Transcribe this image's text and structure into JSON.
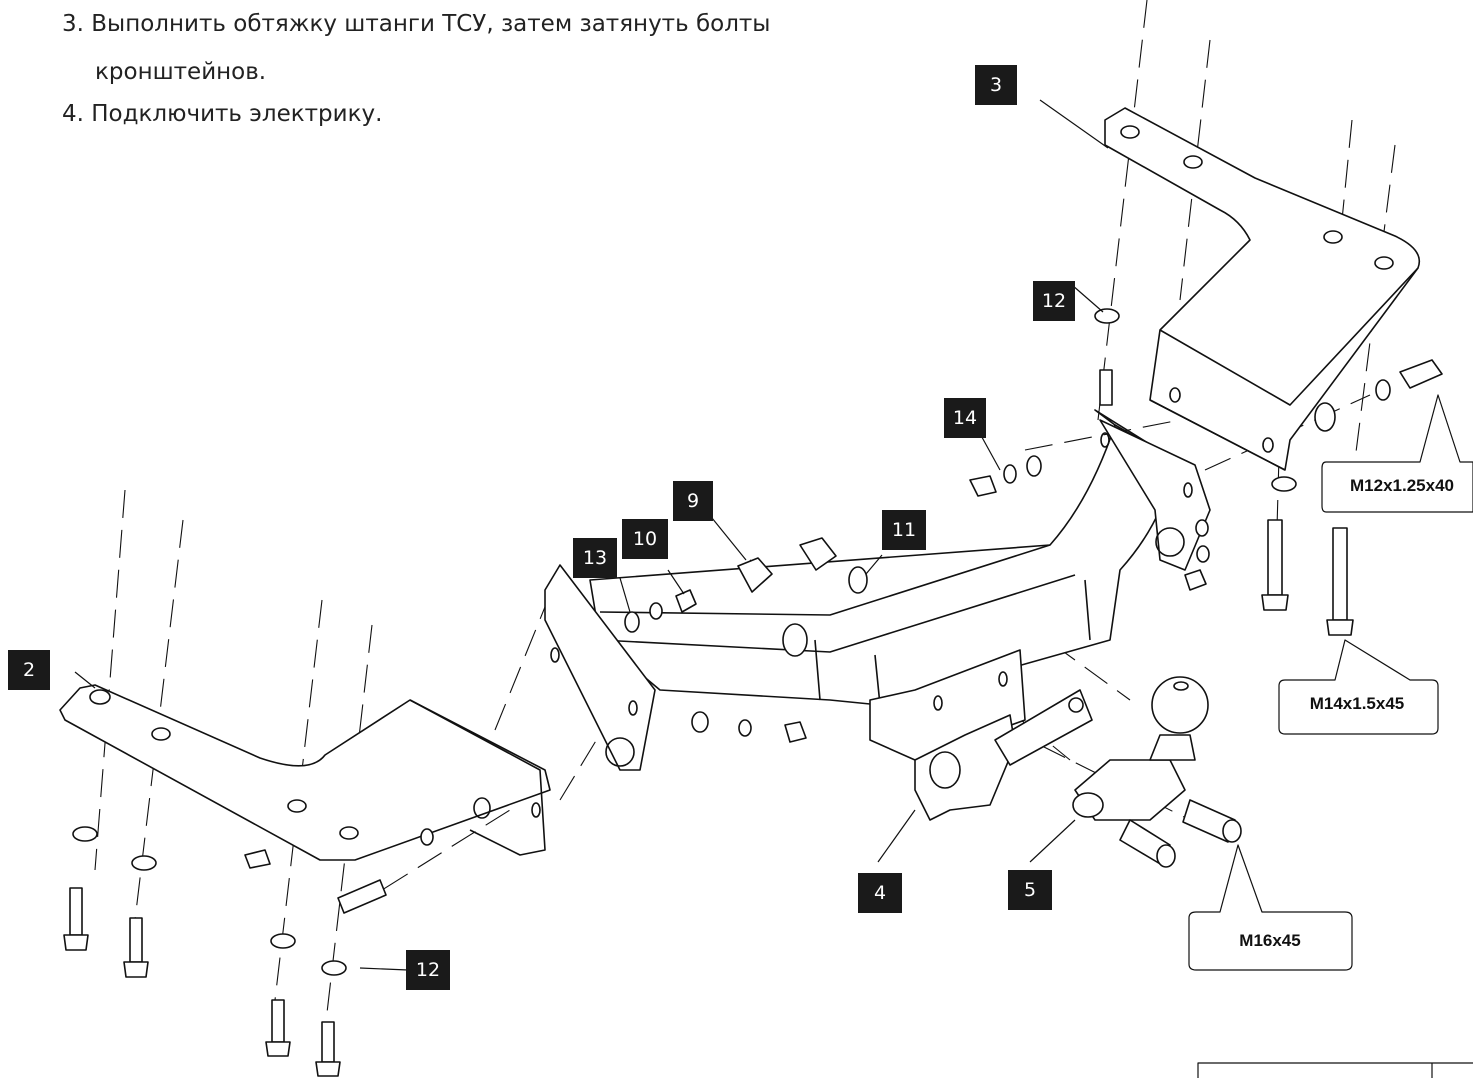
{
  "instructions": [
    "3. Выполнить обтяжку штанги ТСУ, затем затянуть болты",
    "кронштейнов.",
    "4. Подключить электрику."
  ],
  "callouts": {
    "c2": "2",
    "c3": "3",
    "c4": "4",
    "c5": "5",
    "c9": "9",
    "c10": "10",
    "c11": "11",
    "c12a": "12",
    "c12b": "12",
    "c13": "13",
    "c14": "14"
  },
  "specs": {
    "m12": "M12x1.25x40",
    "m14": "M14x1.5x45",
    "m16": "M16x45"
  },
  "colors": {
    "line": "#111111",
    "callout_bg": "#1a1a1a",
    "callout_text": "#ffffff"
  }
}
